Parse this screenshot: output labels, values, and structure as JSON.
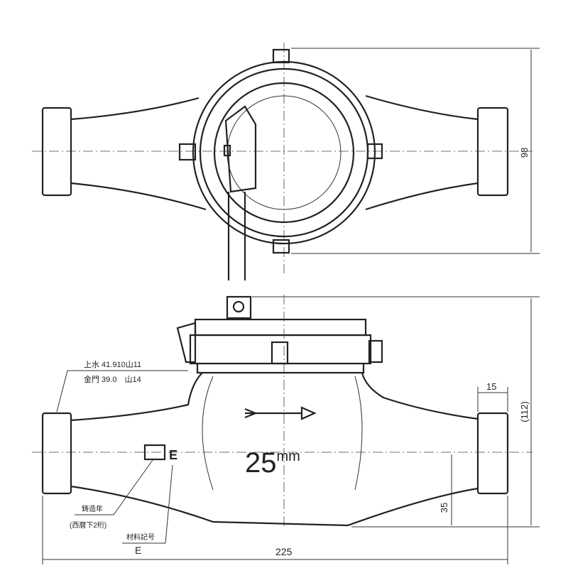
{
  "title": "Water meter dimensional drawing",
  "dimensions": {
    "height_top_view": "98",
    "height_side_view": "(112)",
    "flange_length": "15",
    "center_height": "35",
    "overall_length": "225"
  },
  "nominal_size": {
    "value": "25",
    "unit": "mm"
  },
  "thread_notes": {
    "water_supply": "上水 41.910山11",
    "kanemon": "金門 39.0　山14"
  },
  "labels": {
    "casting_year": "鋳造年",
    "casting_year_note": "(西暦下2桁)",
    "material_code_label": "材料記号",
    "material_code_value": "E",
    "body_mark": "E"
  },
  "colors": {
    "line": "#222222",
    "background": "#ffffff"
  }
}
